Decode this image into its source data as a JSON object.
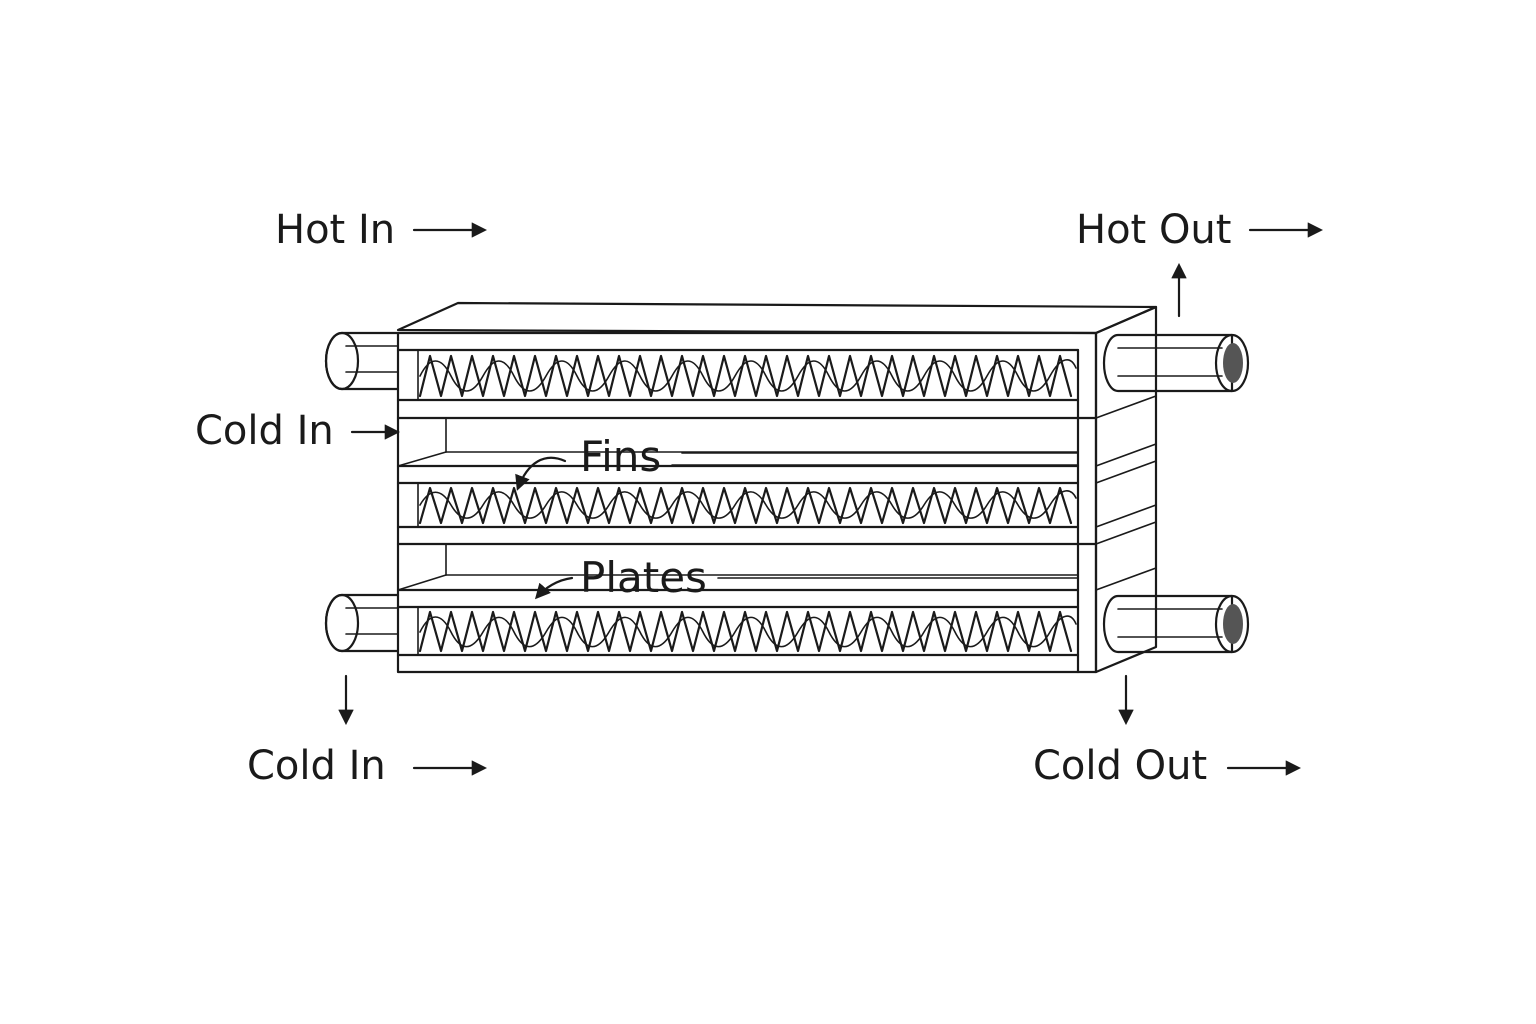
{
  "diagram": {
    "labels": {
      "hot_in": "Hot In",
      "hot_out": "Hot Out",
      "cold_in_side": "Cold In",
      "cold_in_bottom": "Cold In",
      "cold_out": "Cold Out",
      "fins": "Fins",
      "plates": "Plates"
    },
    "colors": {
      "ink": "#1a1a1a",
      "pipe_fill": "#ffffff",
      "pipe_bore": "#555555",
      "background": "#ffffff"
    },
    "icons": [
      "arrow-right-icon",
      "arrow-up-icon",
      "arrow-down-icon",
      "curved-arrow-icon"
    ]
  }
}
